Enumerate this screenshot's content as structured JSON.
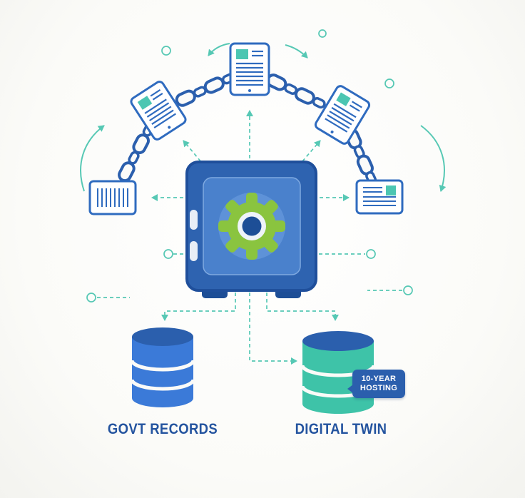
{
  "diagram": {
    "type": "illustration",
    "labels": {
      "left_database": "GOVT RECORDS",
      "right_database": "DIGITAL TWIN"
    },
    "badge": {
      "line1": "10-YEAR",
      "line2": "HOSTING"
    },
    "icons": {
      "center": "safe-vault-icon",
      "center_detail": "gear-icon",
      "ring_items": "tablet-document-icon",
      "connectors": "chain-link-icon",
      "storage_left": "database-icon-blue",
      "storage_right": "database-icon-teal",
      "flow": "curved-arrow-icon",
      "nodes": "circle-node-icon"
    },
    "colors": {
      "background": "#fcfcfb",
      "safe_body": "#2e63b0",
      "safe_border": "#1f4f9b",
      "safe_door": "#4a81cc",
      "gear_green": "#8ac43f",
      "gear_hub": "#1d4e96",
      "tablet_outline": "#2f6bbf",
      "tablet_accent": "#4cc6b2",
      "chain": "#2b5fad",
      "dashed_teal": "#56c8b4",
      "db_left_body": "#3b7ad8",
      "db_top": "#2b5fad",
      "db_right_body": "#3ec3a8",
      "badge_bg": "#2b5fad",
      "badge_text": "#ffffff",
      "label_text": "#24549f"
    }
  }
}
